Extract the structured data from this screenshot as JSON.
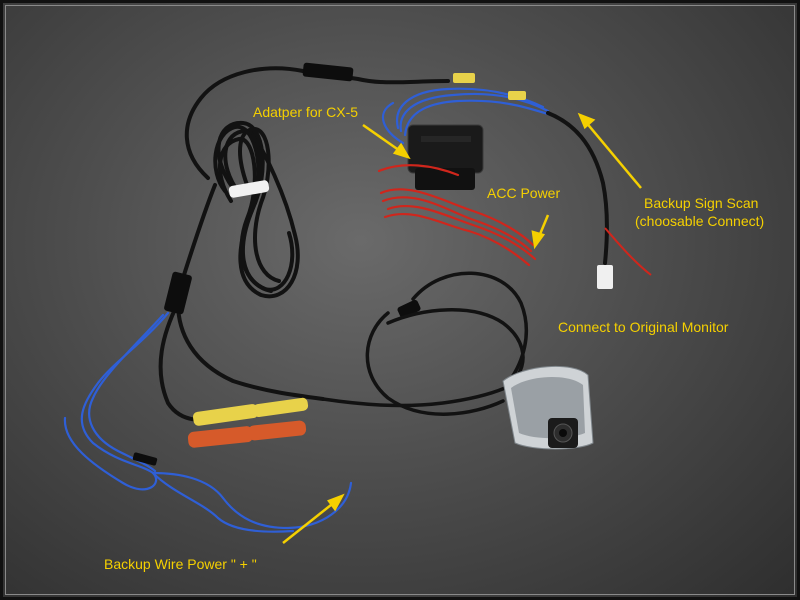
{
  "annotations": {
    "adapter": "Adatper for CX-5",
    "acc_power": "ACC Power",
    "backup_sign_line1": "Backup Sign Scan",
    "backup_sign_line2": "(choosable Connect)",
    "connect_monitor": "Connect to Original Monitor",
    "backup_wire": "Backup Wire Power \" + \""
  },
  "colors": {
    "background": "#555555",
    "label_text": "#f5d000",
    "arrow": "#f5d000",
    "cable_black": "#121212",
    "wire_blue": "#2f5fd6",
    "wire_red": "#d0261c",
    "rca_yellow": "#e8d24a",
    "rca_red": "#d65a2a"
  }
}
